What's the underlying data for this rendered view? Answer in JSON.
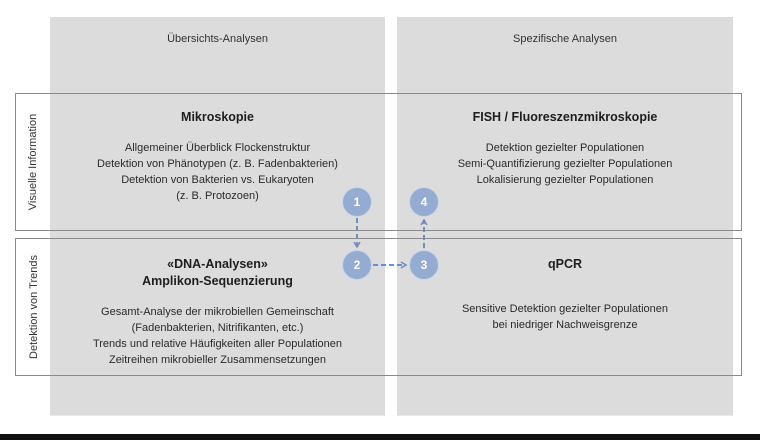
{
  "columns": {
    "left": {
      "title": "Übersichts-Analysen"
    },
    "right": {
      "title": "Spezifische Analysen"
    }
  },
  "rows": {
    "top": {
      "label": "Visuelle Information"
    },
    "bottom": {
      "label": "Detektion von Trends"
    }
  },
  "cells": {
    "mikroskopie": {
      "title": "Mikroskopie",
      "lines": [
        "Allgemeiner Überblick Flockenstruktur",
        "Detektion von Phänotypen (z. B. Fadenbakterien)",
        "Detektion von Bakterien vs. Eukaryoten",
        "(z. B. Protozoen)"
      ]
    },
    "fish": {
      "title": "FISH / Fluoreszenzmikroskopie",
      "lines": [
        "Detektion gezielter Populationen",
        "Semi-Quantifizierung gezielter Populationen",
        "Lokalisierung gezielter Populationen"
      ]
    },
    "dna": {
      "title_line1": "«DNA-Analysen»",
      "title_line2": "Amplikon-Sequenzierung",
      "lines": [
        "Gesamt-Analyse der mikrobiellen Gemeinschaft",
        "(Fadenbakterien, Nitrifikanten, etc.)",
        "Trends und relative Häufigkeiten aller Populationen",
        "Zeitreihen mikrobieller Zusammensetzungen"
      ]
    },
    "qpcr": {
      "title": "qPCR",
      "lines": [
        "Sensitive Detektion gezielter Populationen",
        "bei niedriger Nachweisgrenze"
      ]
    }
  },
  "markers": [
    {
      "label": "1"
    },
    {
      "label": "2"
    },
    {
      "label": "3"
    },
    {
      "label": "4"
    }
  ],
  "colors": {
    "column_bg": "#dddcdd",
    "frame": "#8a8a8a",
    "marker": "#95acd2",
    "arrow": "#6f8fc0"
  }
}
